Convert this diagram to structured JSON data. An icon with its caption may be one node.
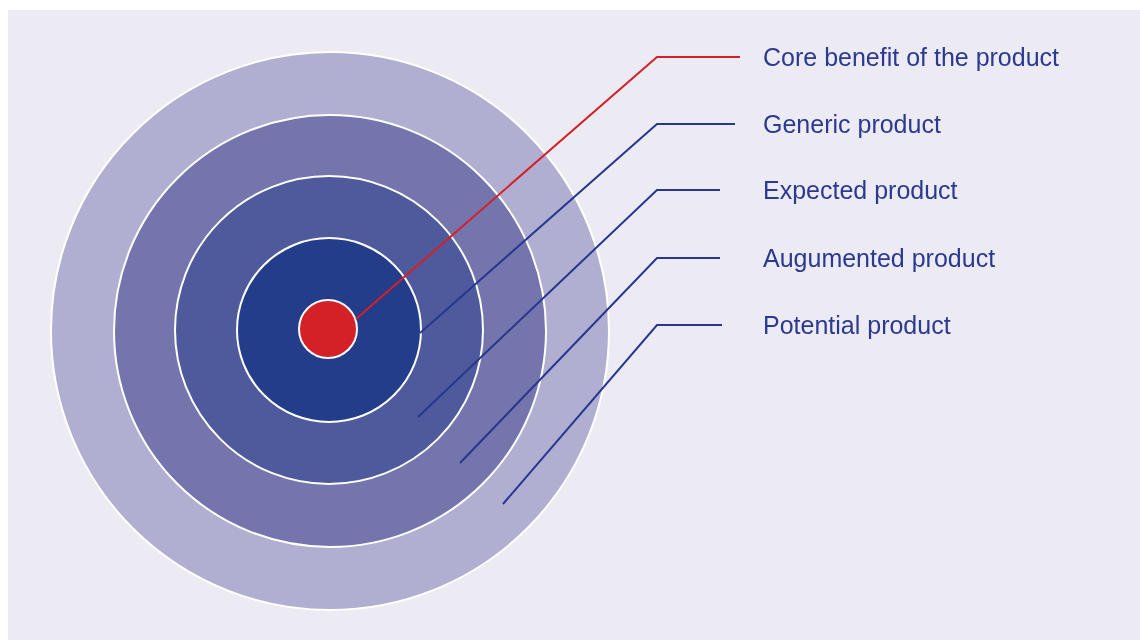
{
  "diagram": {
    "nodes": [
      {
        "text": [
          "Core benefit of the product"
        ]
      },
      {
        "text": [
          "Generic product"
        ]
      },
      {
        "text": [
          "Expected product"
        ]
      },
      {
        "text": [
          "Augumented product"
        ]
      },
      {
        "text": [
          "Potential product"
        ]
      },
      {
        "text": [],
        "shape": "circle"
      },
      {
        "text": [],
        "shape": "circle",
        "in": 5
      },
      {
        "text": [],
        "shape": "circle",
        "in": 6
      },
      {
        "text": [],
        "shape": "circle",
        "in": 7
      },
      {
        "text": [],
        "shape": "circle",
        "in": 8
      }
    ],
    "edges": [
      {
        "from": 0,
        "to": 9,
        "arrow": "none",
        "color": "#d42027"
      },
      {
        "from": 1,
        "to": 8,
        "arrow": "none"
      },
      {
        "from": 2,
        "to": 7,
        "arrow": "none"
      },
      {
        "from": 3,
        "to": 6,
        "arrow": "none"
      },
      {
        "from": 4,
        "to": 5,
        "arrow": "none"
      }
    ]
  }
}
